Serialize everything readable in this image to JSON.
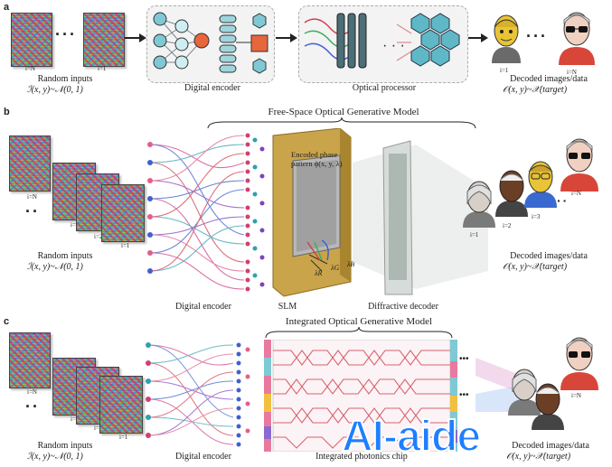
{
  "panels": {
    "a": {
      "letter": "a",
      "input_first_index": "i=N",
      "input_last_index": "i=1",
      "input_label": "Random inputs",
      "input_formula": "ℐ(x, y)~𝒩(0, 1)",
      "encoder_label": "Digital encoder",
      "processor_label": "Optical   processor",
      "output_first_index": "i=1",
      "output_last_index": "i=N",
      "output_label": "Decoded images/data",
      "output_formula": "𝒪(x, y)~𝒳(target)"
    },
    "b": {
      "letter": "b",
      "title": "Free-Space Optical Generative Model",
      "input_indices": [
        "i=N",
        "i=3",
        "i=2",
        "i=1"
      ],
      "input_label": "Random inputs",
      "input_formula": "ℐ(x, y)~𝒩(0, 1)",
      "encoder_label": "Digital encoder",
      "slm_label": "SLM",
      "phase_label_line1": "Encoded phase",
      "phase_label_line2": "pattern ϕ(x, y, λ)",
      "lambda_r": "λR",
      "lambda_g": "λG",
      "lambda_b": "λB",
      "decoder_label": "Diffractive decoder",
      "output_indices": [
        "i=1",
        "i=2",
        "i=3",
        "i=N"
      ],
      "output_label": "Decoded images/data",
      "output_formula": "𝒪(x, y)~𝒳(target)"
    },
    "c": {
      "letter": "c",
      "title": "Integrated Optical Generative Model",
      "input_indices": [
        "i=N",
        "i=3",
        "i=2",
        "i=1"
      ],
      "input_label": "Random inputs",
      "input_formula": "ℐ(x, y)~𝒩(0, 1)",
      "encoder_label": "Digital encoder",
      "chip_label": "Integrated photonics chip",
      "output_first_index": "i=N",
      "output_label": "Decoded images/data",
      "output_formula": "𝒪(x, y)~𝒳(target)"
    }
  },
  "watermark": "AI-aide",
  "colors": {
    "slm_gold": "#c9a44a",
    "node_teal": "#7fc9d4",
    "node_orange": "#e8663c",
    "path_red": "#d04050",
    "watermark_blue": "#1e7fff"
  }
}
